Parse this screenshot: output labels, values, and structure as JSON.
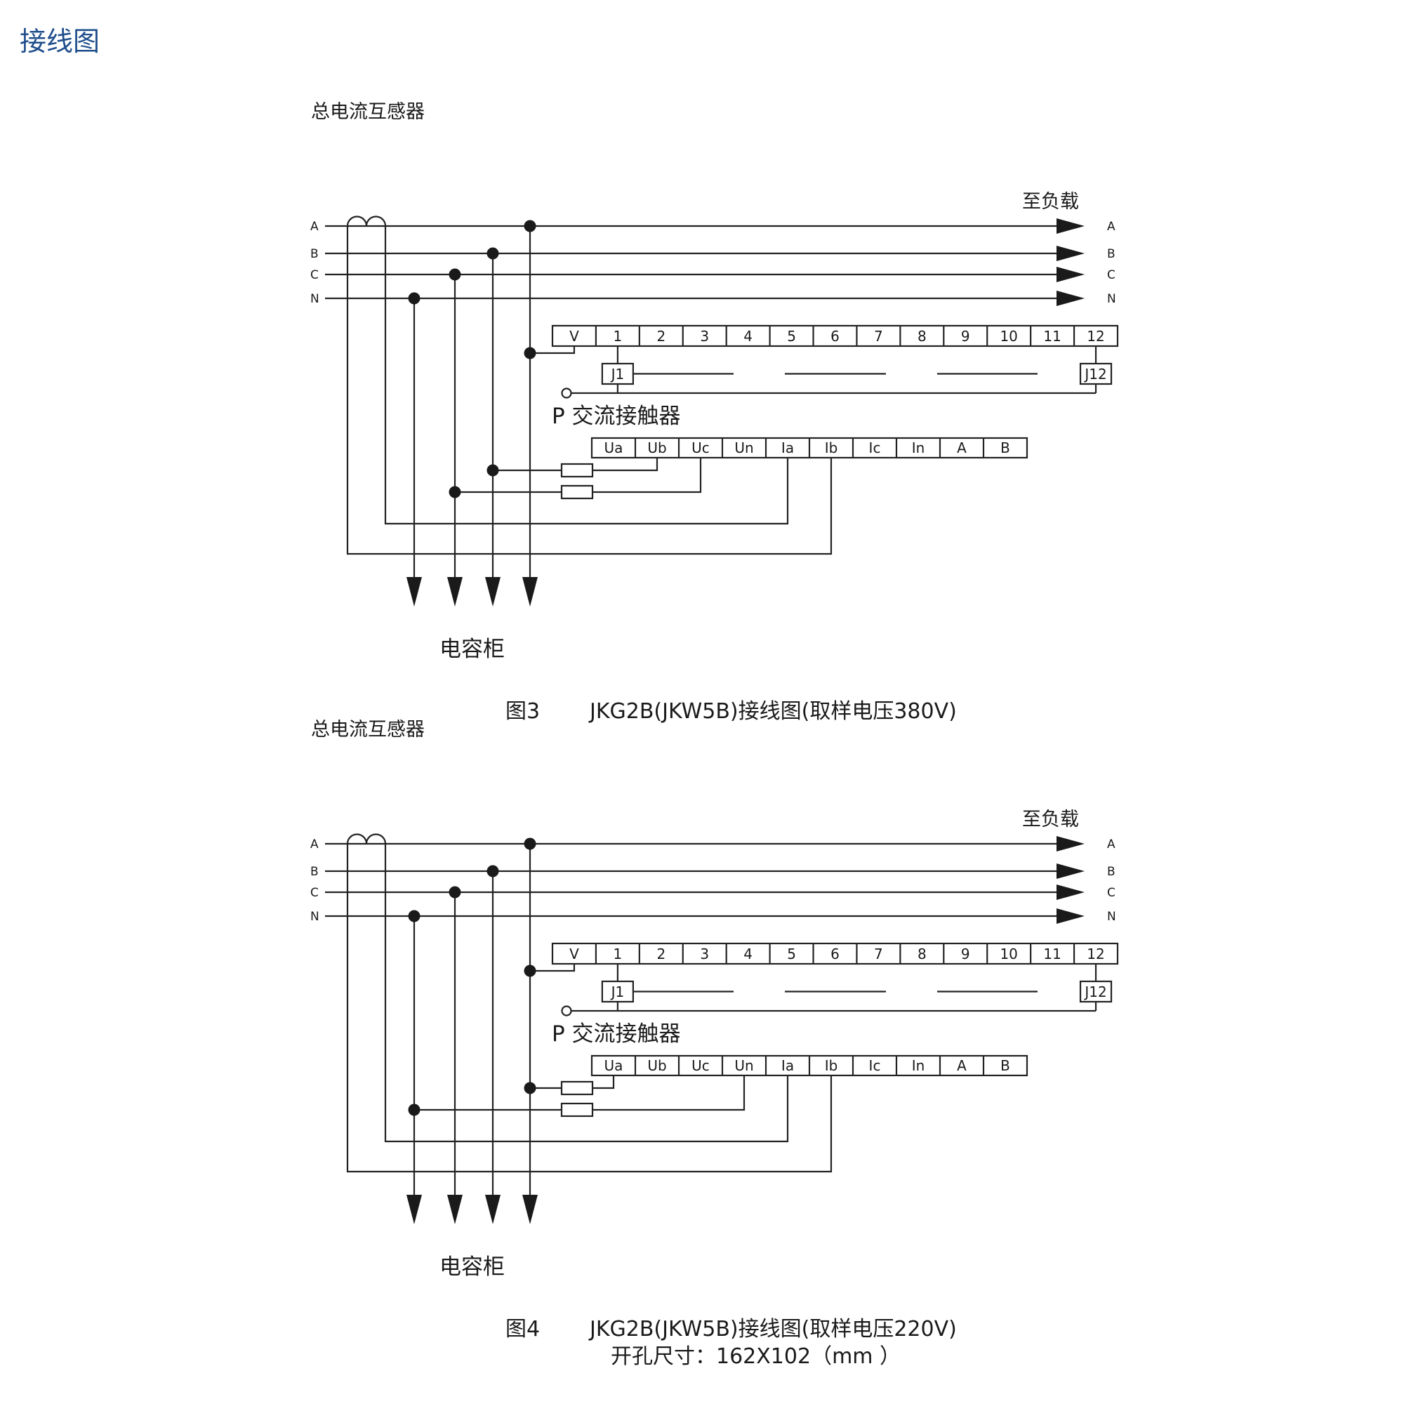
{
  "page": {
    "title": "接线图",
    "title_color": "#1f4e8c"
  },
  "diagrams": [
    {
      "figure_no": "图3",
      "caption": "JKG2B(JKW5B)接线图(取样电压380V)",
      "ct_label": "总电流互感器",
      "load_label": "至负载",
      "cabinet_label": "电容柜",
      "contactor_label": "P 交流接触器",
      "phases_left": [
        "A",
        "B",
        "C",
        "N"
      ],
      "phases_right": [
        "A",
        "B",
        "C",
        "N"
      ],
      "terminal_strip_1": [
        "V",
        "1",
        "2",
        "3",
        "4",
        "5",
        "6",
        "7",
        "8",
        "9",
        "10",
        "11",
        "12"
      ],
      "relays": [
        "J1",
        "J12"
      ],
      "terminal_strip_2": [
        "Ua",
        "Ub",
        "Uc",
        "Un",
        "Ia",
        "Ib",
        "Ic",
        "In",
        "A",
        "B"
      ]
    },
    {
      "figure_no": "图4",
      "caption": "JKG2B(JKW5B)接线图(取样电压220V)",
      "note": "开孔尺寸：162X102（mm ）",
      "ct_label": "总电流互感器",
      "load_label": "至负载",
      "cabinet_label": "电容柜",
      "contactor_label": "P 交流接触器",
      "phases_left": [
        "A",
        "B",
        "C",
        "N"
      ],
      "phases_right": [
        "A",
        "B",
        "C",
        "N"
      ],
      "terminal_strip_1": [
        "V",
        "1",
        "2",
        "3",
        "4",
        "5",
        "6",
        "7",
        "8",
        "9",
        "10",
        "11",
        "12"
      ],
      "relays": [
        "J1",
        "J12"
      ],
      "terminal_strip_2": [
        "Ua",
        "Ub",
        "Uc",
        "Un",
        "Ia",
        "Ib",
        "Ic",
        "In",
        "A",
        "B"
      ]
    }
  ]
}
